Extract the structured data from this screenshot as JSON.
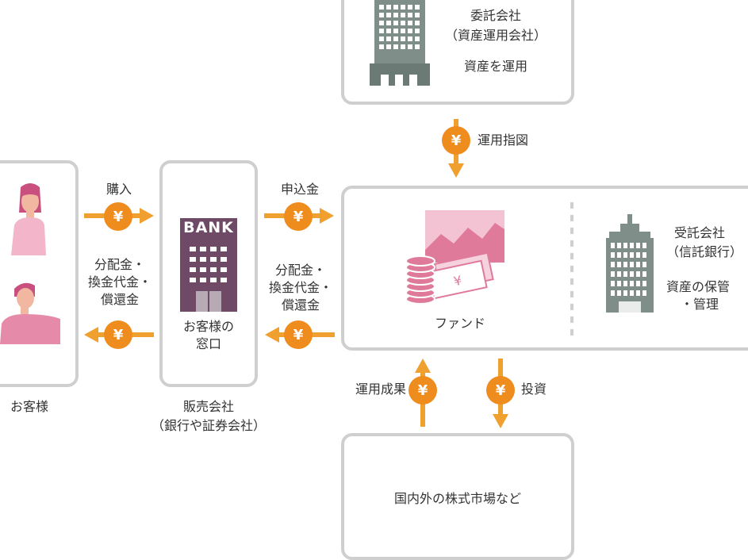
{
  "manager": {
    "name_line1": "委託会社",
    "name_line2": "（資産運用会社）",
    "role": "資産を運用"
  },
  "flows": {
    "instruction": "運用指図",
    "purchase": "購入",
    "application": "申込金",
    "payout_left_1": "分配金・",
    "payout_left_2": "換金代金・",
    "payout_left_3": "償還金",
    "payout_right_1": "分配金・",
    "payout_right_2": "換金代金・",
    "payout_right_3": "償還金",
    "results": "運用成果",
    "investment": "投資",
    "yen_symbol": "¥"
  },
  "customer": {
    "label": "お客様"
  },
  "distributor": {
    "bank_sign": "BANK",
    "window_line1": "お客様の",
    "window_line2": "窓口",
    "name_line1": "販売会社",
    "name_line2": "（銀行や証券会社）"
  },
  "fund": {
    "label": "ファンド"
  },
  "trustee": {
    "name_line1": "受託会社",
    "name_line2": "（信託銀行）",
    "role_line1": "資産の保管",
    "role_line2": "・管理"
  },
  "market": {
    "label": "国内外の株式市場など"
  },
  "colors": {
    "coin": "#ef8c1e",
    "arrow": "#f0a02f",
    "pink": "#e07a9a",
    "building_gray": "#7f8e88",
    "bank_purple": "#6e4a66",
    "border": "#cfcfcf"
  }
}
